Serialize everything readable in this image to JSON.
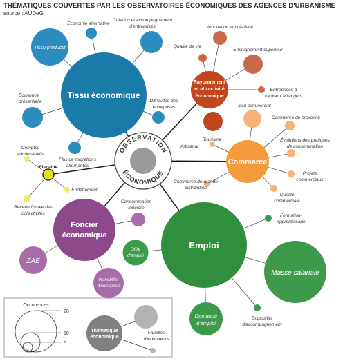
{
  "title": "THÉMATIQUES COUVERTES PAR LES OBSERVATOIRES ÉCONOMIQUES DES AGENCES D'URBANISME",
  "source": "source : AUDeG",
  "center": {
    "line1": "OBSERVATION",
    "line2": "ÉCONOMIQUE"
  },
  "colors": {
    "tissu": "#1a7aa8",
    "rayonnement": "#c2461b",
    "commerce": "#f39a3c",
    "emploi": "#2f8f3d",
    "foncier": "#8c4a8c",
    "fiscalite": "#e6df1c",
    "legend": "#808080"
  },
  "themes": {
    "tissu": "Tissu économique",
    "rayonnement": "Rayonnement et attractivité économique",
    "commerce": "Commerce",
    "emploi": "Emploi",
    "foncier": "Foncier économique",
    "fiscalite": "Fiscalité"
  },
  "indicators": {
    "tissu_productif": "Tissu productif",
    "economie_alternative": "Économie alternative",
    "creation": "Création et accompagnement d'entreprises",
    "economie_presentielle": "Économie présentielle",
    "difficultes": "Difficultés des entreprises",
    "flux_migrations": "Flux de migrations alternantes",
    "qualite_vie": "Qualité de vie",
    "innovation": "Innovation et créativité",
    "enseignement": "Enseignement supérieur",
    "entreprises_capitaux": "Entreprises à capitaux étrangers",
    "tourisme": "Tourisme",
    "tissu_commercial": "Tissu commercial",
    "commerce_proximite": "Commerce de proximité",
    "evolutions": "Évolutions des pratiques de consommation",
    "projets_commerciaux": "Projets commerciaux",
    "qualite_commerciale": "Qualité commerciale",
    "artisanat": "Artisanat",
    "grande_distribution": "Commerce de grande distribution",
    "comptes_admin": "Comptes administratifs",
    "endettement": "Endettement",
    "recette_fiscale": "Recette fiscale des collectivités",
    "consommation_fonciere": "Consommation foncière",
    "zae": "ZAE",
    "immobilier": "Immobilier d'entreprise",
    "offre_emploi": "Offre d'emploi",
    "formation": "Formation-apprentissage",
    "masse_salariale": "Masse salariale",
    "dispositifs": "Dispositifs d'accompagnement",
    "demande_emploi": "Demande d'emploi"
  },
  "legend": {
    "title": "Occurences",
    "values": [
      "20",
      "10",
      "5"
    ],
    "theme_label": "Thématique économique",
    "families_label": "Familles d'indicateurs"
  }
}
